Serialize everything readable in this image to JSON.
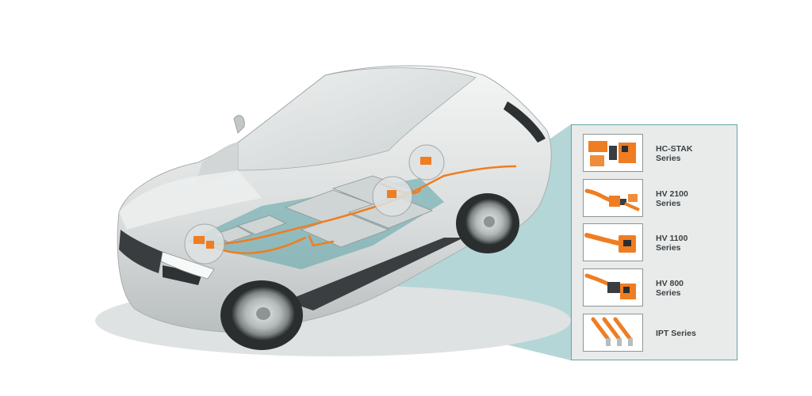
{
  "colors": {
    "accent": "#ef7d22",
    "beam": "#5aa3a6",
    "panel_border": "#6aa2a6",
    "panel_bg": "#e9ebeb",
    "text": "#3b4144"
  },
  "products": [
    {
      "line1": "HC-STAK",
      "line2": "Series",
      "icon": "hc-stak-connector"
    },
    {
      "line1": "HV 2100",
      "line2": "Series",
      "icon": "hv-2100-connector"
    },
    {
      "line1": "HV 1100",
      "line2": "Series",
      "icon": "hv-1100-connector"
    },
    {
      "line1": "HV 800",
      "line2": "Series",
      "icon": "hv-800-connector"
    },
    {
      "line1": "IPT Series",
      "line2": "",
      "icon": "ipt-connector"
    }
  ]
}
